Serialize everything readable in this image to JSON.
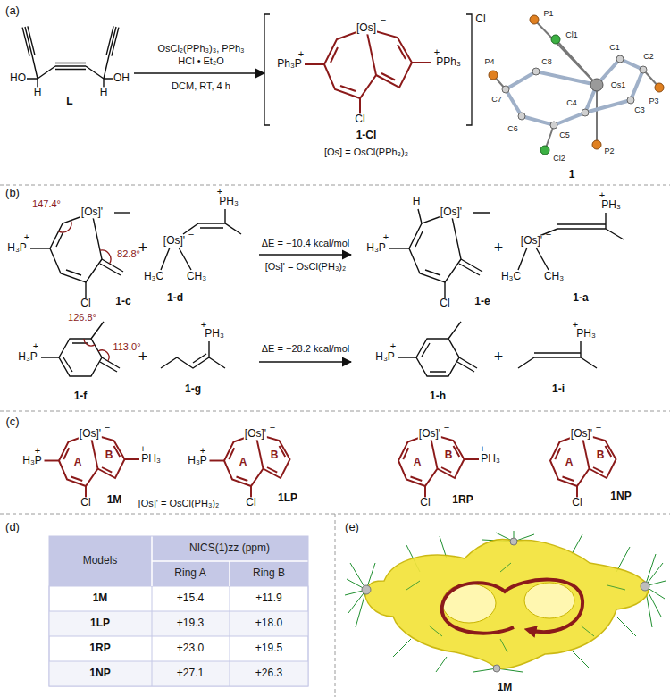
{
  "diagram": {
    "labels": [
      "(a)",
      "HO",
      "H",
      "OH",
      "H",
      "L",
      "OsCl₂(PPh₃)₃, PPh₃",
      "HCl • Et₂O",
      "DCM, RT, 4 h",
      "[Os]",
      "−",
      "Ph₃P",
      "+",
      "PPh₃",
      "+",
      "Cl",
      "1-Cl",
      "[Os] = OsCl(PPh₃)₂",
      "Cl",
      "−",
      "P1",
      "Cl1",
      "P4",
      "C8",
      "C7",
      "Os1",
      "C1",
      "C2",
      "P3",
      "C6",
      "C5",
      "C4",
      "C3",
      "Cl2",
      "P2",
      "1",
      "(b)",
      "147.4°",
      "H₃P",
      "+",
      "[Os]'",
      "−",
      "82.8°",
      "Cl",
      "+",
      "PH₃",
      "+",
      "[Os]'",
      "−",
      "H₃C",
      "CH₃",
      "ΔE = −10.4 kcal/mol",
      "[Os]' = OsCl(PH₃)₂",
      "H",
      "[Os]'",
      "−",
      "H₃P",
      "+",
      "Cl",
      "+",
      "PH₃",
      "+",
      "[Os]'",
      "−",
      "H₃C",
      "CH₃",
      "1-c",
      "1-d",
      "1-e",
      "1-a",
      "126.8°",
      "113.0°",
      "H₃P",
      "+",
      "+",
      "PH₃",
      "+",
      "ΔE = −28.2 kcal/mol",
      "H₃P",
      "+",
      "+",
      "PH₃",
      "+",
      "1-f",
      "1-g",
      "1-h",
      "1-i",
      "(c)",
      "H₃P",
      "+",
      "[Os]'",
      "−",
      "A",
      "B",
      "PH₃",
      "+",
      "Cl",
      "1M",
      "H₃P",
      "+",
      "[Os]'",
      "−",
      "A",
      "B",
      "Cl",
      "1LP",
      "[Os]' = OsCl(PH₃)₂",
      "[Os]'",
      "−",
      "A",
      "B",
      "PH₃",
      "+",
      "Cl",
      "1RP",
      "[Os]'",
      "−",
      "A",
      "B",
      "Cl",
      "1NP",
      "(d)",
      "Models",
      "NICS(1)zz (ppm)",
      "Ring A",
      "Ring B",
      "1M",
      "+15.4",
      "+11.9",
      "1LP",
      "+19.3",
      "+18.0",
      "1RP",
      "+23.0",
      "+19.5",
      "1NP",
      "+27.1",
      "+26.3",
      "(e)",
      "1M"
    ]
  }
}
